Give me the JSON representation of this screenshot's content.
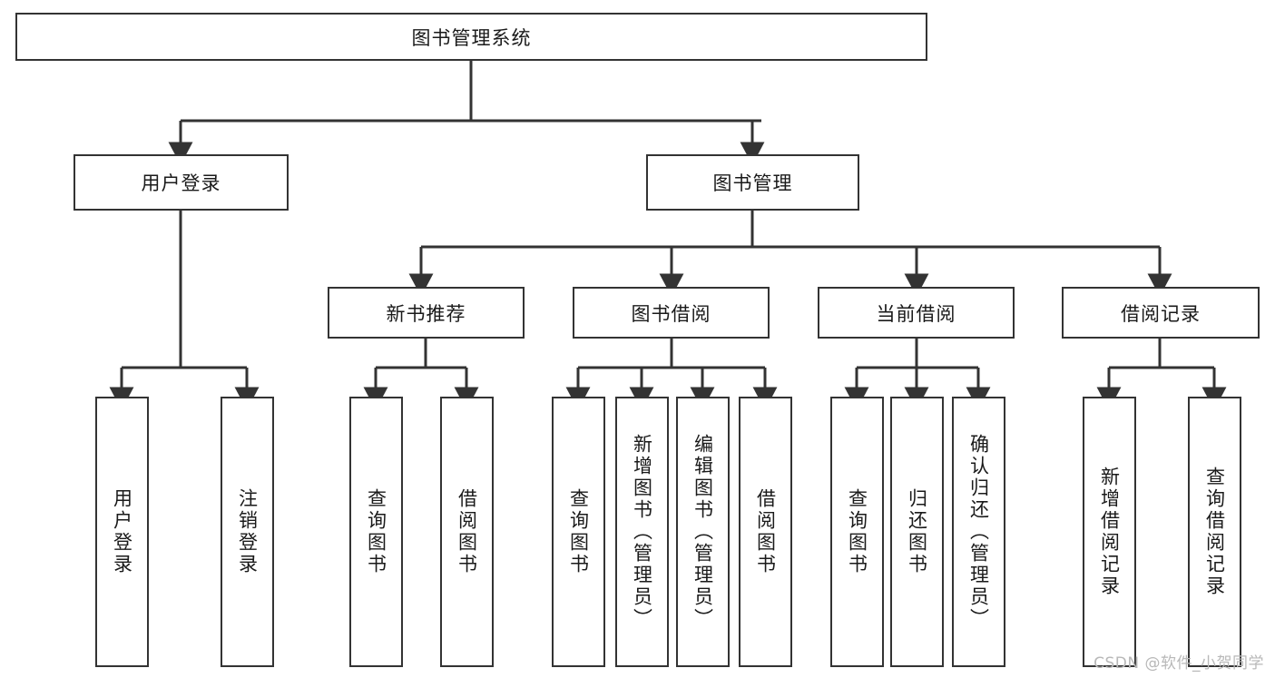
{
  "diagram": {
    "title": "图书管理系统",
    "watermark": "CSDN @软件_小贺同学",
    "colors": {
      "box_border": "#333333",
      "box_fill": "#ffffff",
      "connector": "#333333",
      "text": "#1a1a1a",
      "watermark": "#b8b8b8",
      "background": "#ffffff"
    },
    "nodes": {
      "root": "图书管理系统",
      "level2": [
        "用户登录",
        "图书管理"
      ],
      "level3": [
        "新书推荐",
        "图书借阅",
        "当前借阅",
        "借阅记录"
      ],
      "leaves": {
        "user_login": [
          "用户登录",
          "注销登录"
        ],
        "new_book_recommend": [
          "查询图书",
          "借阅图书"
        ],
        "book_borrow": [
          "查询图书",
          "新增图书（管理员）",
          "编辑图书（管理员）",
          "借阅图书"
        ],
        "current_borrow": [
          "查询图书",
          "归还图书",
          "确认归还（管理员）"
        ],
        "borrow_record": [
          "新增借阅记录",
          "查询借阅记录"
        ]
      }
    }
  }
}
